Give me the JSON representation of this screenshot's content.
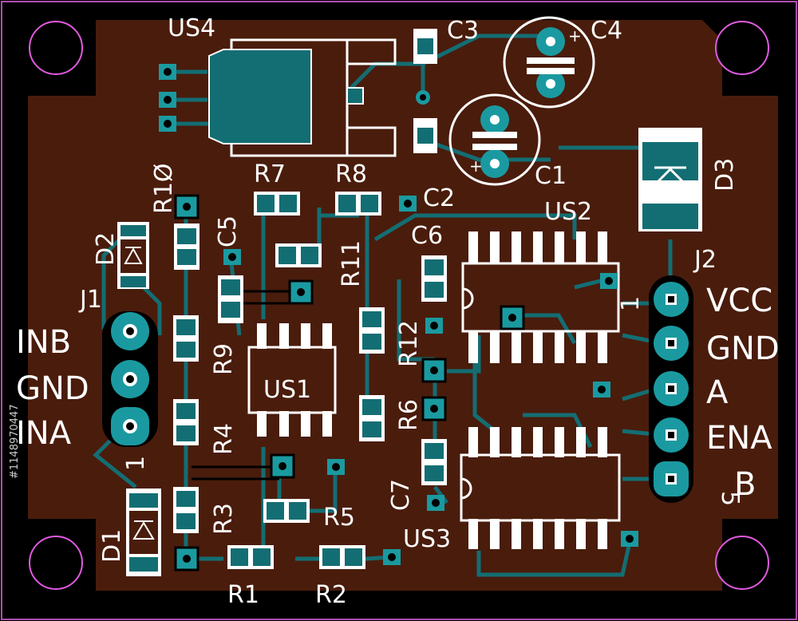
{
  "components": {
    "us1": "US1",
    "us2": "US2",
    "us3": "US3",
    "us4": "US4",
    "c1": "C1",
    "c2": "C2",
    "c3": "C3",
    "c4": "C4",
    "c5": "C5",
    "c6": "C6",
    "c7": "C7",
    "r1": "R1",
    "r2": "R2",
    "r3": "R3",
    "r4": "R4",
    "r5": "R5",
    "r6": "R6",
    "r7": "R7",
    "r8": "R8",
    "r9": "R9",
    "r10": "R1Ø",
    "r11": "R11",
    "r12": "R12",
    "d1": "D1",
    "d2": "D2",
    "d3": "D3",
    "j1": "J1",
    "j2": "J2"
  },
  "j1_pins": [
    "INB",
    "GND",
    "INA"
  ],
  "j2_pins": [
    "VCC",
    "GND",
    "A",
    "ENA",
    "B"
  ],
  "pin_markers": {
    "j1_pin1": "1",
    "j2_pin5": "5",
    "us2_pin1": "1"
  },
  "watermark": "#1148970447",
  "colors": {
    "board": "#4a1c0c",
    "copper": "#136e73",
    "pad": "#1a9aa0",
    "silkscreen": "#ffffff",
    "mounting_hole_ring": "#e05ae0",
    "outline": "#b04fb0"
  }
}
